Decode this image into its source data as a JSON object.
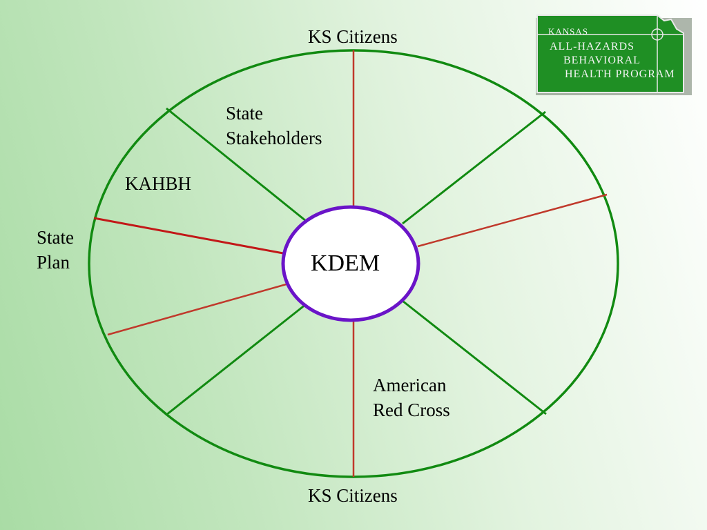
{
  "diagram": {
    "center_label": "KDEM",
    "top_label": "KS Citizens",
    "bottom_label": "KS Citizens",
    "left_label_lines": [
      "State",
      "Plan"
    ],
    "segment_labels": {
      "stakeholders_lines": [
        "State",
        "Stakeholders"
      ],
      "kahbh": "KAHBH",
      "red_cross_lines": [
        "American",
        "Red Cross"
      ]
    }
  },
  "logo": {
    "line1": "Kansas",
    "line2": "All-Hazards",
    "line3": "Behavioral",
    "line4": "Health Program"
  },
  "colors": {
    "ellipse": "#118a11",
    "green_spokes": "#118a11",
    "red_spokes": "#c0392b",
    "center_border": "#6a14c8",
    "logo_bg": "#1f8f24",
    "logo_stroke": "#e8e8e8"
  }
}
